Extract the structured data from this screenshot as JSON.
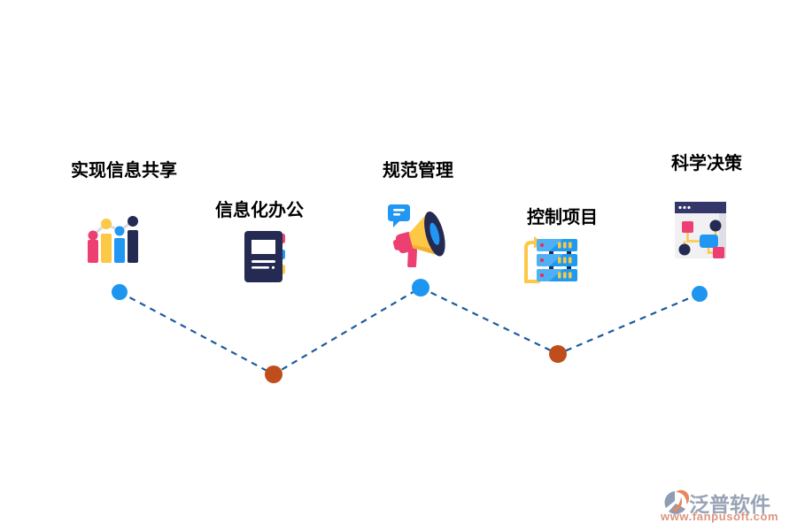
{
  "diagram": {
    "milestones": [
      {
        "label": "实现信息共享",
        "icon": "bar-chart-icon",
        "node_color": "#1e96f0"
      },
      {
        "label": "信息化办公",
        "icon": "notebook-icon",
        "node_color": "#bf4e1c"
      },
      {
        "label": "规范管理",
        "icon": "megaphone-icon",
        "node_color": "#1e96f0"
      },
      {
        "label": "控制项目",
        "icon": "server-icon",
        "node_color": "#bf4e1c"
      },
      {
        "label": "科学决策",
        "icon": "browser-icon",
        "node_color": "#1e96f0"
      }
    ],
    "connector_color": "#1b5c9e"
  },
  "watermark": {
    "brand": "泛普软件",
    "url": "www.fanpusoft.com"
  },
  "palette": {
    "pink": "#ee3f72",
    "yellow": "#fdc846",
    "blue": "#2196f3",
    "navy": "#252a52",
    "node_blue": "#1e96f0",
    "node_orange": "#bf4e1c",
    "watermark_gray": "#98a3b5",
    "watermark_orange": "#e8865f"
  }
}
